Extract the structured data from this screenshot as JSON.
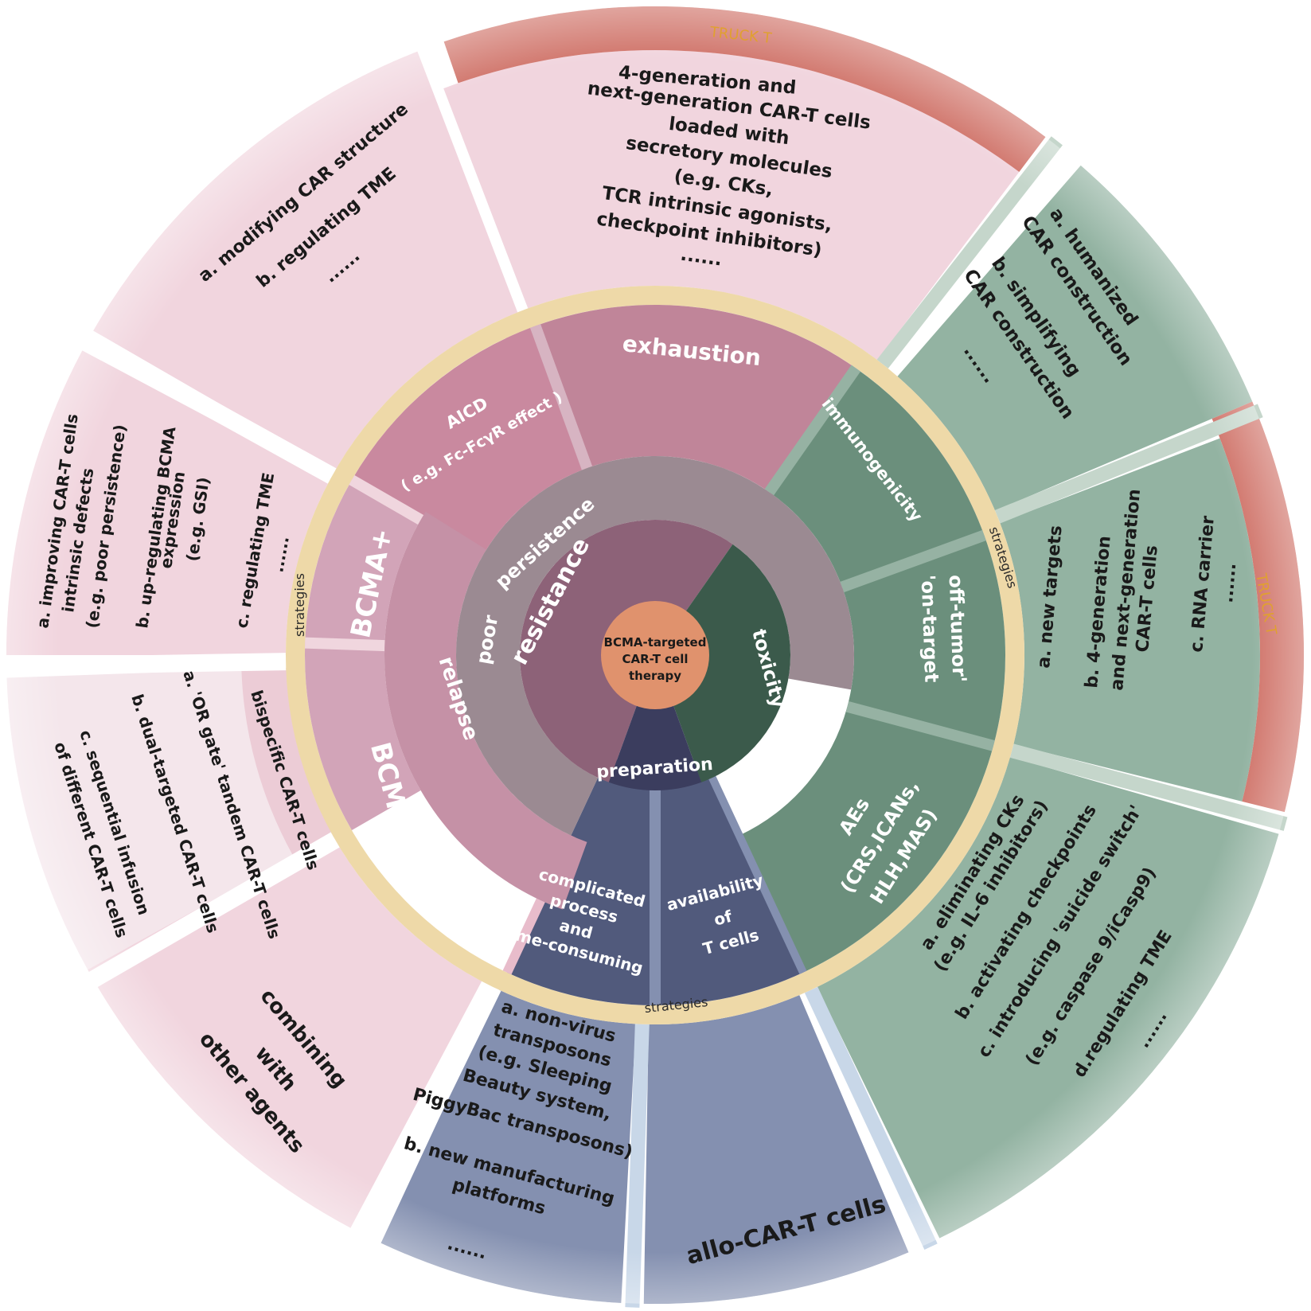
{
  "center": {
    "lines": [
      "BCMA-targeted",
      "CAR-T cell",
      "therapy"
    ]
  },
  "inner": {
    "resistance": "resistance",
    "toxicity": "toxicity",
    "preparation": "preparation",
    "poor_persistence": [
      "poor",
      "persistence"
    ],
    "relapse": "relapse"
  },
  "causes": {
    "bcma_pos": "BCMA+",
    "bcma_neg": "BCMA",
    "bcma_neg_sup": "-",
    "aicd": [
      "AICD",
      "( e.g. Fc-FcγR effect )"
    ],
    "exhaustion": "exhaustion",
    "immunogenicity": "immunogenicity",
    "on_target": [
      "'on-target",
      "off-tumor'"
    ],
    "aes": [
      "AEs",
      "(CRS,ICANs,",
      "HLH,MAS)"
    ],
    "complicated": [
      "complicated",
      "process",
      "and",
      "time-consuming"
    ],
    "availability": [
      "availability",
      "of",
      "T cells"
    ]
  },
  "ring_label": "strategies",
  "strategies": {
    "bcma_pos": [
      "a. improving CAR-T cells",
      "intrinsic defects",
      "(e.g. poor persistence)",
      "b. up-regulating BCMA",
      "expression",
      "(e.g. GSI)",
      "c. regulating TME",
      "......"
    ],
    "bispecific": "bispecific CAR-T cells",
    "bcma_neg": [
      "a. 'OR gate' tandem CAR-T cells",
      "b. dual-targeted CAR-T cells",
      "c. sequential infusion",
      "of different CAR-T cells"
    ],
    "combining": [
      "combining",
      "with",
      "other agents"
    ],
    "aicd": [
      "a. modifying CAR structure",
      "b. regulating TME",
      "......"
    ],
    "exhaustion": [
      "4-generation and",
      "next-generation CAR-T cells",
      "loaded with",
      "secretory molecules",
      "(e.g. CKs,",
      "TCR intrinsic agonists,",
      "checkpoint inhibitors)",
      "......"
    ],
    "truck_top": "TRUCK T",
    "immunogenicity": [
      "a. humanized",
      "CAR construction",
      "b. simplifying",
      "CAR construction",
      "......"
    ],
    "on_target": [
      "a. new targets",
      "b. 4-generation",
      "and next-generation",
      "CAR-T cells",
      "c. RNA carrier",
      "......"
    ],
    "truck_right": "TRUCK T",
    "aes": [
      "a. eliminating CKs",
      "(e.g. IL-6 inhibitors)",
      "b. activating checkpoints",
      "c. introducing 'suicide switch'",
      "(e.g. caspase 9/iCasp9)",
      "d.regulating TME",
      "......"
    ],
    "complicated": [
      "a. non-virus",
      "transposons",
      "(e.g. Sleeping",
      "Beauty system,",
      "PiggyBac transposons)",
      "b. new manufacturing",
      "platforms",
      "......"
    ],
    "availability": "allo-CAR-T cells"
  },
  "colors": {
    "pink_outer": "#f1d5de",
    "pink_pale": "#f4e6eb",
    "pink_mid": "#d2a4b8",
    "pink_cause": "#c9899f",
    "pink_inner": "#9a6478",
    "pink_core": "#8d6278",
    "green_outer": "#93b3a2",
    "green_cause": "#6b8f7c",
    "green_core": "#3b5a4b",
    "navy_core": "#3b3d5e",
    "navy_cause": "#515a7c",
    "navy_outer": "#8490b0",
    "truck": "#d0746a",
    "ring": "#eed9a8",
    "center": "#e0926d"
  }
}
